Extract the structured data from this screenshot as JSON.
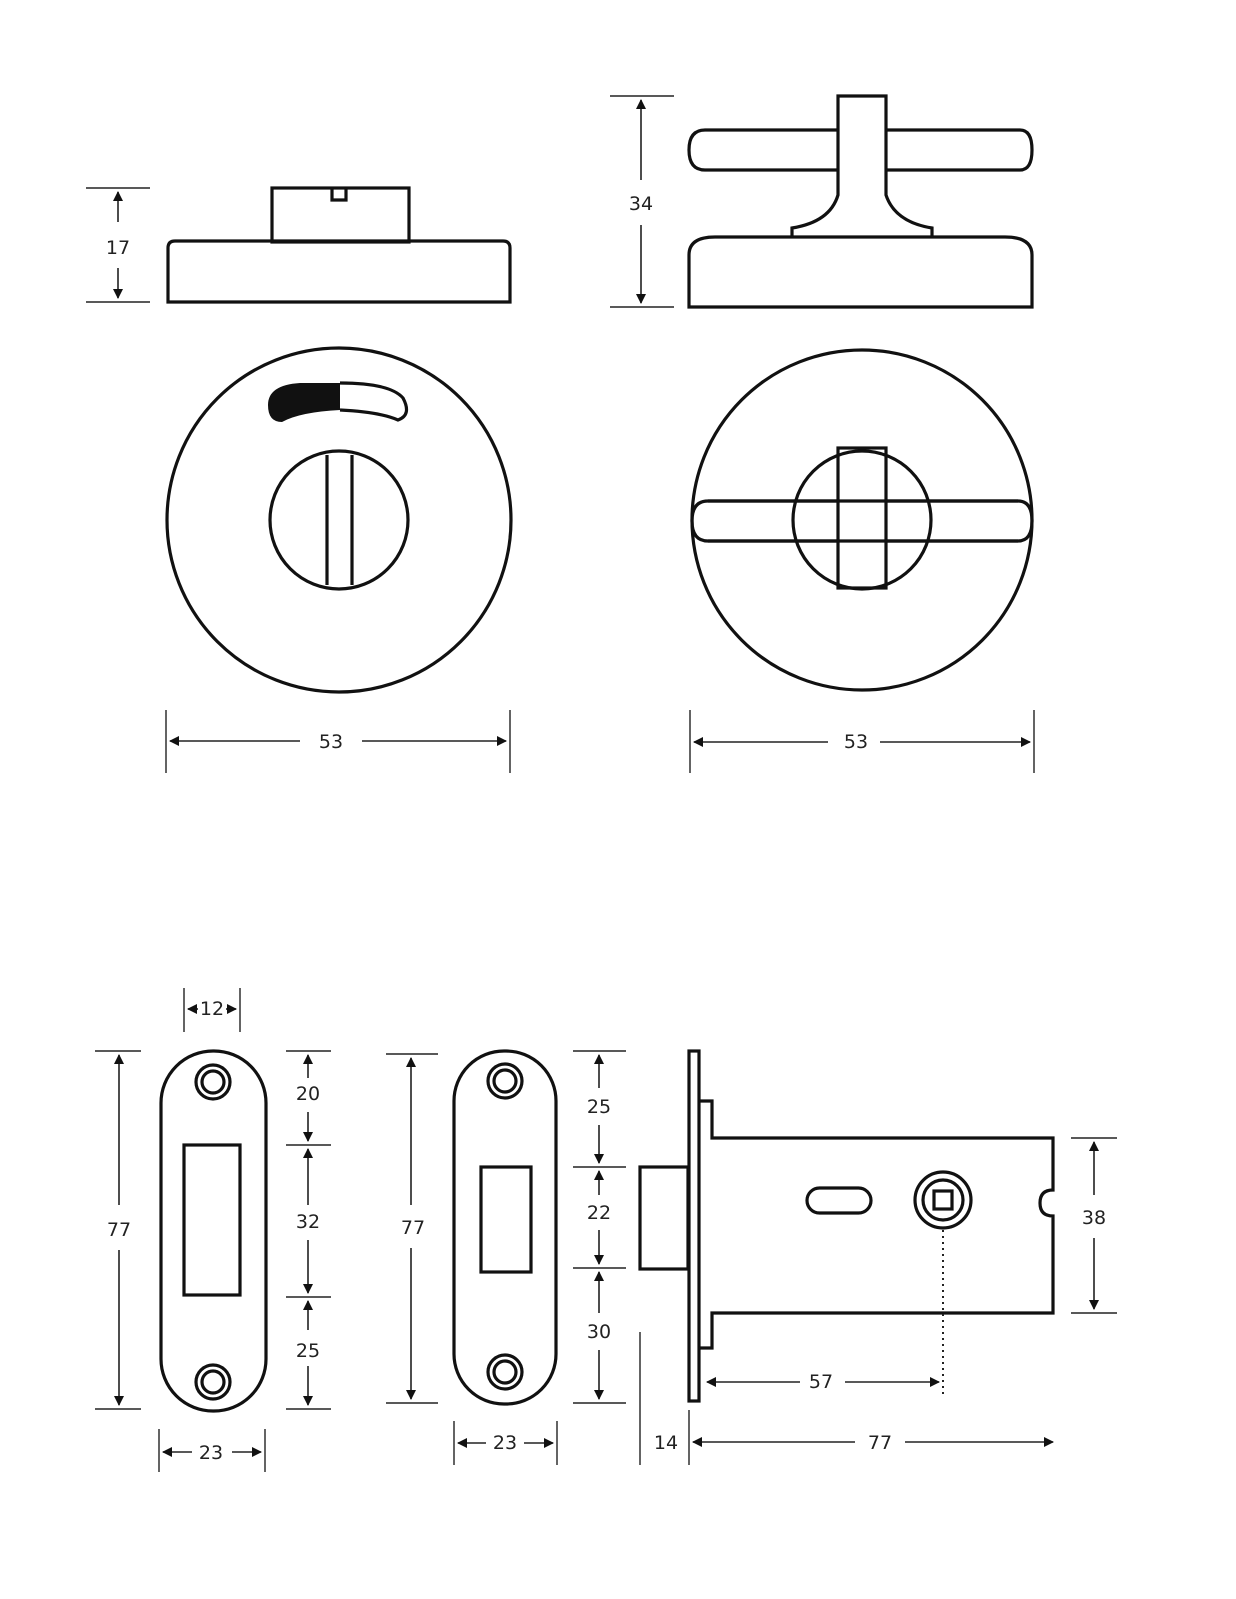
{
  "dimensions": {
    "thumbturn_side_height": "17",
    "turn_side_height": "34",
    "indicator_width": "53",
    "turn_width": "53",
    "keep_tab_width": "12",
    "keep_height": "77",
    "keep_seg_top": "20",
    "keep_seg_mid": "32",
    "keep_seg_bottom": "25",
    "keep_width": "23",
    "strike_height": "77",
    "strike_seg_top": "25",
    "strike_seg_mid": "22",
    "strike_seg_bottom": "30",
    "strike_width": "23",
    "latch_case_height": "38",
    "latch_backset": "57",
    "latch_bolt_proj": "14",
    "latch_length": "77"
  },
  "colors": {
    "line": "#111111",
    "background": "#ffffff"
  }
}
